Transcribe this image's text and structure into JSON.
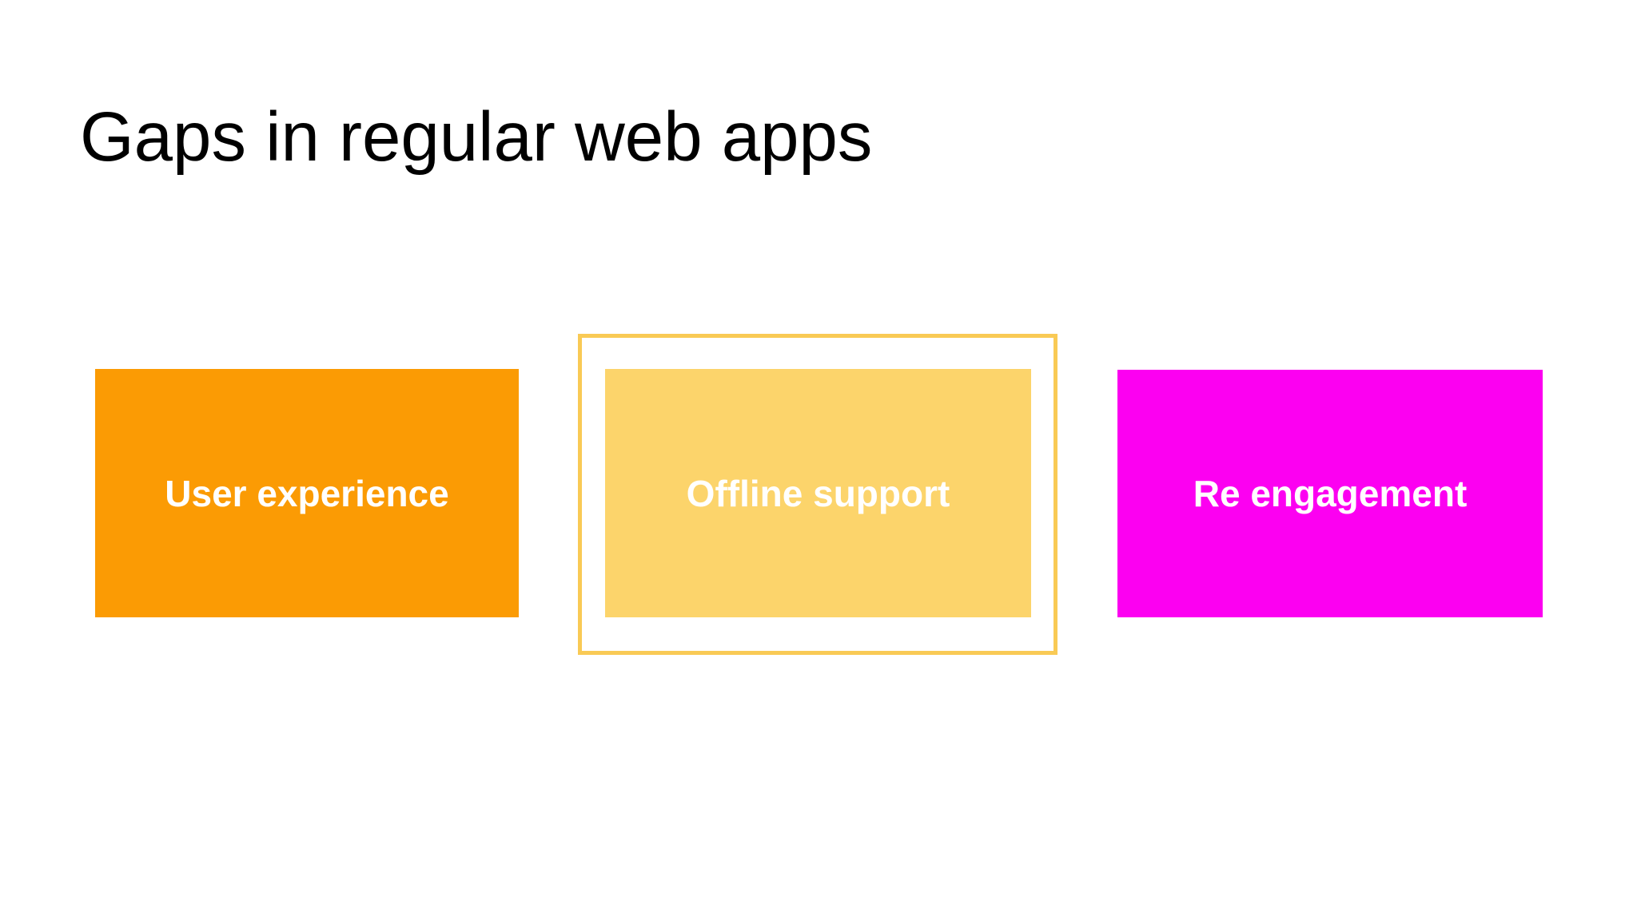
{
  "slide": {
    "title": "Gaps in regular web apps",
    "boxes": [
      {
        "label": "User experience",
        "fill_color": "#fb9b04",
        "highlighted": false
      },
      {
        "label": "Offline support",
        "fill_color": "#fcd46b",
        "highlighted": true,
        "frame_color": "#f9ca55"
      },
      {
        "label": "Re engagement",
        "fill_color": "#fc00f1",
        "highlighted": false
      }
    ]
  },
  "colors": {
    "background": "#ffffff",
    "title_text": "#000000",
    "label_text": "#ffffff",
    "box1": "#fb9b04",
    "box2_fill": "#fcd46b",
    "box2_frame": "#f9ca55",
    "box2_frame_inner": "#ffffff",
    "box3": "#fc00f1"
  }
}
